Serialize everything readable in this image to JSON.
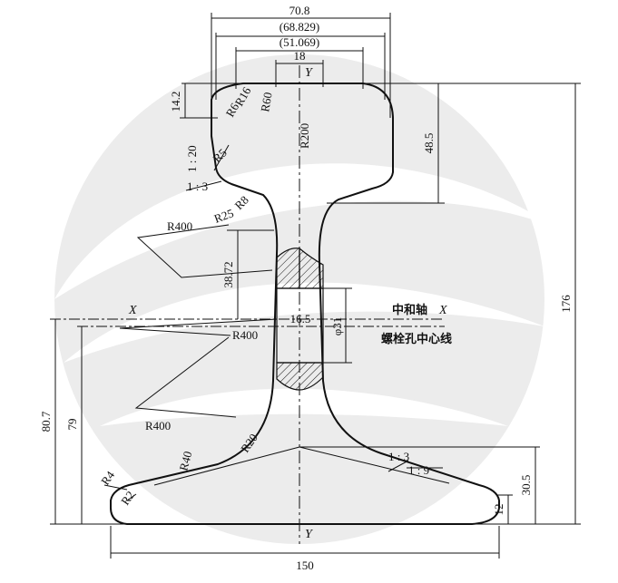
{
  "dimensions": {
    "top_width": "70.8",
    "head_width_a": "(68.829)",
    "head_width_b": "(51.069)",
    "head_crown": "18",
    "head_crown_height": "14.2",
    "head_height": "48.5",
    "rail_height": "176",
    "web_upper": "38.72",
    "web_thickness": "16.5",
    "hole_dia": "φ31",
    "neutral_from_base": "80.7",
    "bolt_from_base": "79",
    "base_height": "30.5",
    "base_edge": "12",
    "base_width": "150"
  },
  "radii": {
    "r16": "R16",
    "r60": "R60",
    "r200": "R200",
    "r6": "R6",
    "r5": "R5",
    "r25": "R25",
    "r8": "R8",
    "r400_top": "R400",
    "r400_mid": "R400",
    "r400_bot": "R400",
    "r40": "R40",
    "r20": "R20",
    "r4": "R4",
    "r2": "R2"
  },
  "slopes": {
    "head_side": "1 : 20",
    "head_under": "1 : 3",
    "base_top_a": "1 : 3",
    "base_top_b": "1 : 9"
  },
  "labels": {
    "neutral_axis": "中和轴",
    "bolt_line": "螺栓孔中心线",
    "axis_x": "X",
    "axis_y": "Y"
  },
  "colors": {
    "line": "#111111",
    "watermark": "#e4e4e4"
  }
}
